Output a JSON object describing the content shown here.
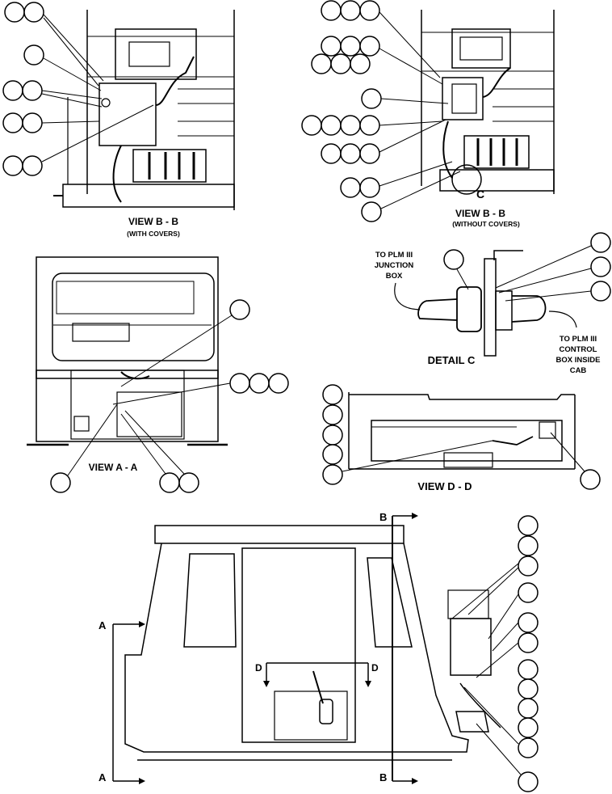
{
  "views": {
    "view_bb_covers": {
      "title": "VIEW B - B",
      "subtitle": "(WITH COVERS)"
    },
    "view_bb_nocovers": {
      "title": "VIEW B - B",
      "subtitle": "(WITHOUT COVERS)"
    },
    "view_aa": {
      "title": "VIEW A - A"
    },
    "view_dd": {
      "title": "VIEW D - D"
    },
    "detail_c": {
      "title": "DETAIL C",
      "callout_letter": "C",
      "note_left": [
        "TO PLM III",
        "JUNCTION",
        "BOX"
      ],
      "note_right": [
        "TO PLM III",
        "CONTROL",
        "BOX INSIDE",
        "CAB"
      ]
    }
  },
  "section_markers": {
    "a": "A",
    "b": "B",
    "d": "D"
  }
}
